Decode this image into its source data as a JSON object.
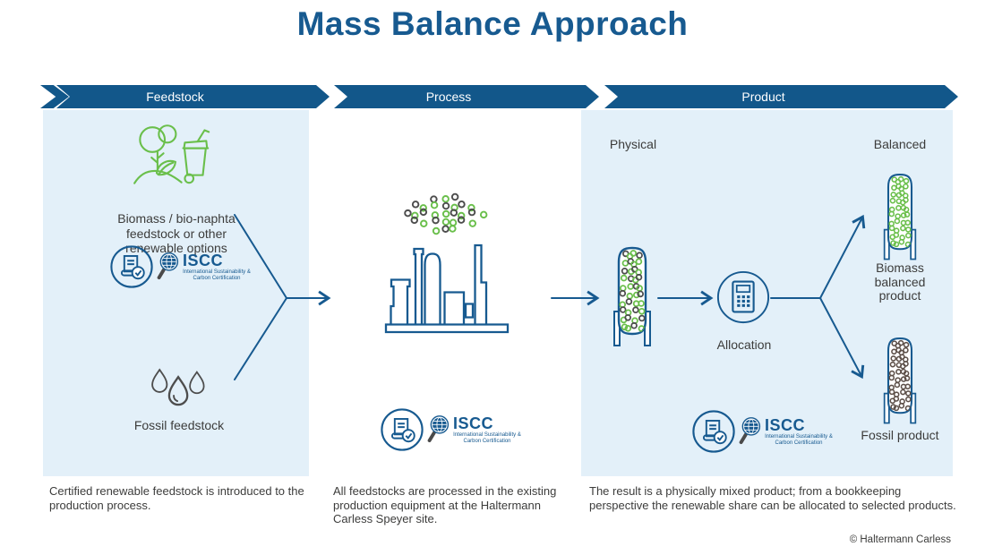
{
  "title": "Mass Balance Approach",
  "banners": [
    {
      "label": "Feedstock"
    },
    {
      "label": "Process"
    },
    {
      "label": "Product"
    }
  ],
  "feedstock": {
    "biomass_label": "Biomass / bio-naphta\nfeedstock or other\nrenewable options",
    "fossil_label": "Fossil feedstock",
    "caption": "Certified renewable feedstock is introduced to the production process."
  },
  "process": {
    "caption": "All feedstocks are processed in the existing production equipment at the Haltermann Carless Speyer site."
  },
  "product": {
    "physical_label": "Physical",
    "balanced_label": "Balanced",
    "allocation_label": "Allocation",
    "biomass_product_label": "Biomass balanced product",
    "fossil_product_label": "Fossil product",
    "caption": "The result is a physically mixed product; from a bookkeeping perspective the renewable share can be allocated to selected products."
  },
  "iscc": {
    "name": "ISCC",
    "subtext": "International Sustainability & Carbon Certification"
  },
  "footer": {
    "copyright": "© Haltermann Carless"
  },
  "colors": {
    "blue": "#175A90",
    "banner_blue": "#12578A",
    "panel_blue": "#E3F0F9",
    "green": "#6ABF4B",
    "dark_dot": "#4D4D4D",
    "fossil_dot": "#5D5049",
    "text": "#3C3C3B"
  }
}
